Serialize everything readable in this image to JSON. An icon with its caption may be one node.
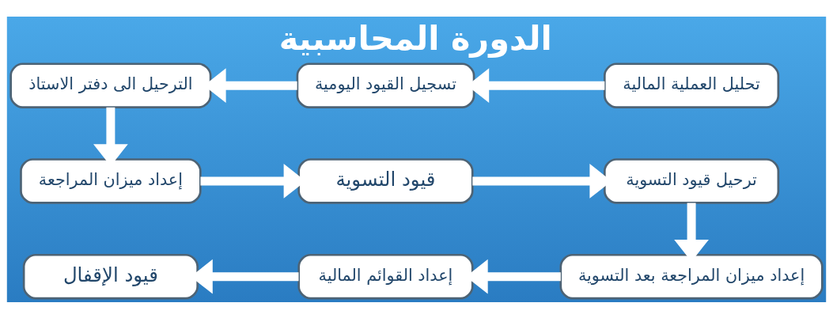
{
  "diagram": {
    "title": "الدورة المحاسبية",
    "nodes": [
      {
        "text": [
          "تحليل العملية المالية"
        ]
      },
      {
        "text": [
          "تسجيل القيود اليومية"
        ]
      },
      {
        "text": [
          "الترحيل الى دفتر الاستاذ"
        ]
      },
      {
        "text": [
          "ترحيل قيود التسوية"
        ]
      },
      {
        "text": [
          "قيود التسوية"
        ]
      },
      {
        "text": [
          "إعداد ميزان المراجعة"
        ]
      },
      {
        "text": [
          "إعداد ميزان المراجعة بعد التسوية"
        ]
      },
      {
        "text": [
          "إعداد القوائم المالية"
        ]
      },
      {
        "text": [
          "قيود الإقفال"
        ]
      }
    ],
    "edges": [
      {
        "from": 0,
        "to": 1,
        "arrow": "to"
      },
      {
        "from": 1,
        "to": 2,
        "arrow": "to"
      },
      {
        "from": 2,
        "to": 5,
        "arrow": "to"
      },
      {
        "from": 5,
        "to": 4,
        "arrow": "to"
      },
      {
        "from": 4,
        "to": 3,
        "arrow": "to"
      },
      {
        "from": 3,
        "to": 6,
        "arrow": "to"
      },
      {
        "from": 6,
        "to": 7,
        "arrow": "to"
      },
      {
        "from": 7,
        "to": 8,
        "arrow": "to"
      }
    ]
  }
}
